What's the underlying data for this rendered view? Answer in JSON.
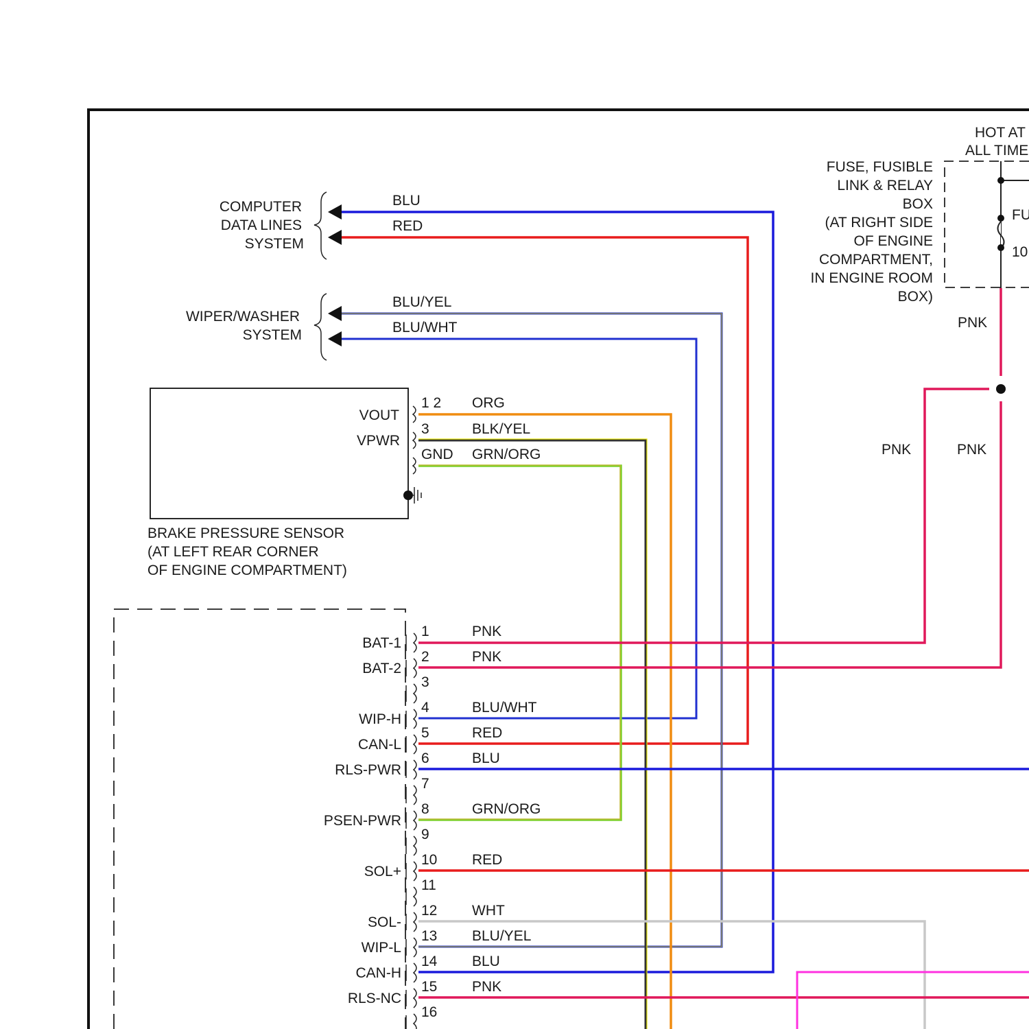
{
  "systems": {
    "computer_data": [
      "COMPUTER",
      "DATA LINES",
      "SYSTEM"
    ],
    "wiper_washer": [
      "WIPER/WASHER",
      "SYSTEM"
    ]
  },
  "fuse_box": {
    "hot_at": [
      "HOT AT",
      "ALL TIME"
    ],
    "label": [
      "FUSE, FUSIBLE",
      "LINK & RELAY",
      "BOX",
      "(AT RIGHT SIDE",
      "OF ENGINE",
      "COMPARTMENT,",
      "IN ENGINE ROOM",
      "BOX)"
    ],
    "fuse_label": "FU",
    "fuse_rating": "10"
  },
  "sensor": {
    "name": [
      "BRAKE PRESSURE SENSOR",
      "(AT LEFT REAR CORNER",
      "OF ENGINE COMPARTMENT)"
    ],
    "pins": [
      "VOUT",
      "VPWR"
    ],
    "pin_numbers": [
      "1 2",
      "3",
      "GND"
    ]
  },
  "wires": {
    "blu": "BLU",
    "red": "RED",
    "blu_yel": "BLU/YEL",
    "blu_wht": "BLU/WHT",
    "org": "ORG",
    "blk_yel": "BLK/YEL",
    "grn_org": "GRN/ORG",
    "pnk": "PNK",
    "wht": "WHT"
  },
  "module_pins": [
    {
      "num": "1",
      "name": "BAT-1",
      "wire": "PNK"
    },
    {
      "num": "2",
      "name": "BAT-2",
      "wire": "PNK"
    },
    {
      "num": "3",
      "name": "",
      "wire": ""
    },
    {
      "num": "4",
      "name": "WIP-H",
      "wire": "BLU/WHT"
    },
    {
      "num": "5",
      "name": "CAN-L",
      "wire": "RED"
    },
    {
      "num": "6",
      "name": "RLS-PWR",
      "wire": "BLU"
    },
    {
      "num": "7",
      "name": "",
      "wire": ""
    },
    {
      "num": "8",
      "name": "PSEN-PWR",
      "wire": "GRN/ORG"
    },
    {
      "num": "9",
      "name": "",
      "wire": ""
    },
    {
      "num": "10",
      "name": "SOL+",
      "wire": "RED"
    },
    {
      "num": "11",
      "name": "",
      "wire": ""
    },
    {
      "num": "12",
      "name": "SOL-",
      "wire": "WHT"
    },
    {
      "num": "13",
      "name": "WIP-L",
      "wire": "BLU/YEL"
    },
    {
      "num": "14",
      "name": "CAN-H",
      "wire": "BLU"
    },
    {
      "num": "15",
      "name": "RLS-NC",
      "wire": "PNK"
    },
    {
      "num": "16",
      "name": "",
      "wire": ""
    }
  ],
  "colors": {
    "blu": "#1a1adc",
    "red": "#e81c1c",
    "pnk": "#e0185a",
    "org": "#f08c10",
    "grn": "#7cd02c",
    "wht": "#c8c8c8",
    "mag": "#ff30e0",
    "frame": "#111111"
  }
}
